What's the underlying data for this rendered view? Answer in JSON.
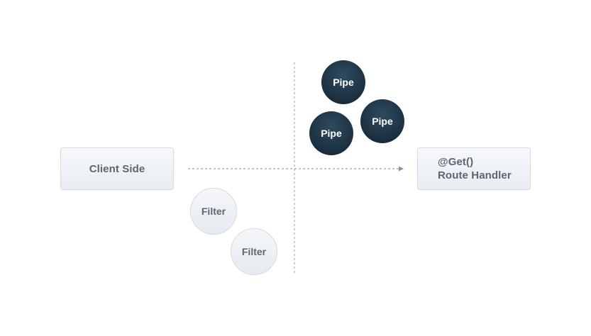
{
  "client": {
    "label": "Client Side"
  },
  "handler": {
    "line1": "@Get()",
    "line2": "Route Handler"
  },
  "filters": [
    {
      "label": "Filter"
    },
    {
      "label": "Filter"
    }
  ],
  "pipes": [
    {
      "label": "Pipe"
    },
    {
      "label": "Pipe"
    },
    {
      "label": "Pipe"
    }
  ],
  "colors": {
    "box_text": "#5c6670",
    "pipe_fill": "#1f3546",
    "connector": "#9aa2ab"
  }
}
